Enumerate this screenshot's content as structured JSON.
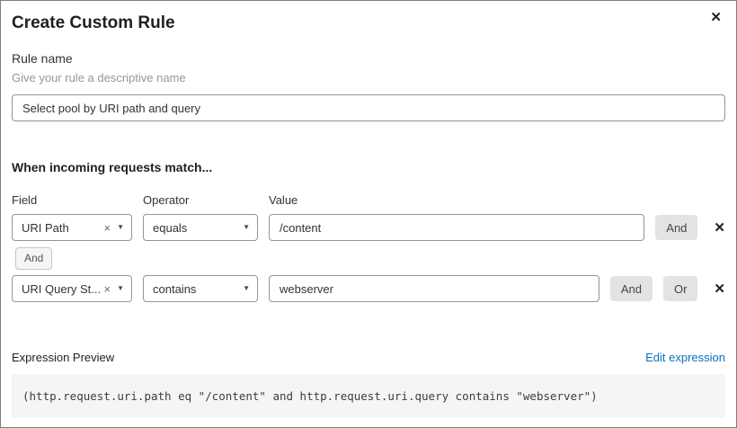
{
  "dialog": {
    "title": "Create Custom Rule"
  },
  "icons": {
    "close": "✕",
    "chevron_down": "▼",
    "clear": "×",
    "delete_row": "✕"
  },
  "rule_name": {
    "label": "Rule name",
    "hint": "Give your rule a descriptive name",
    "value": "Select pool by URI path and query"
  },
  "match_section": {
    "heading": "When incoming requests match...",
    "columns": {
      "field": "Field",
      "operator": "Operator",
      "value": "Value"
    },
    "connector_label": "And",
    "rows": [
      {
        "field": "URI Path",
        "operator": "equals",
        "value": "/content",
        "and_label": "And"
      },
      {
        "field": "URI Query St...",
        "operator": "contains",
        "value": "webserver",
        "and_label": "And",
        "or_label": "Or"
      }
    ]
  },
  "expression": {
    "label": "Expression Preview",
    "edit_link": "Edit expression",
    "preview": "(http.request.uri.path eq \"/content\" and http.request.uri.query contains \"webserver\")"
  },
  "colors": {
    "link_blue": "#0d6fb8",
    "connector_button_bg": "#e3e3e3",
    "code_block_bg": "#f5f5f5"
  }
}
